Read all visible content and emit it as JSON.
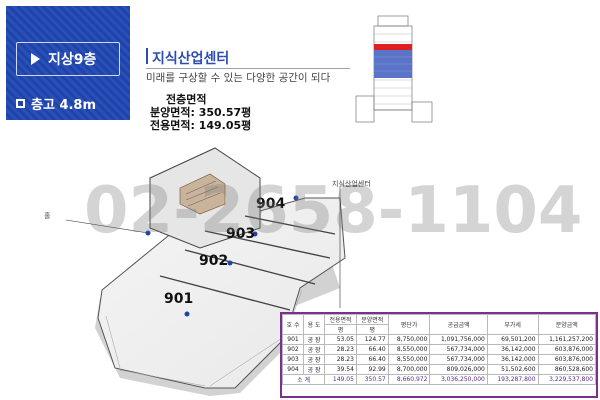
{
  "floor_button": {
    "label": "지상9층"
  },
  "ceiling": {
    "label": "층고 4.8m"
  },
  "center": {
    "title": "지식산업센터",
    "subtitle": "미래를 구상할 수 있는 다양한 공간이 되다"
  },
  "areas": {
    "heading": "전층면적",
    "sale_area": "분양면적: 350.57평",
    "exclusive_area": "전용면적: 149.05평"
  },
  "plan": {
    "units": [
      "901",
      "902",
      "903",
      "904"
    ],
    "hall_label": "홀",
    "center_label": "지식산업센터"
  },
  "watermark": "02-2658-1104",
  "table": {
    "headers": {
      "no": "호 수",
      "use": "용 도",
      "exclusive": "전용면적",
      "sale": "분양면적",
      "unit_price": "평단가",
      "supply_amount": "공급금액",
      "vat": "부가세",
      "sale_amount": "분양금액",
      "pyeong1": "평",
      "pyeong2": "평"
    },
    "rows": [
      {
        "no": "901",
        "use": "공 장",
        "exclusive": "53.05",
        "sale": "124.77",
        "unit_price": "8,750,000",
        "supply": "1,091,756,000",
        "vat": "69,501,200",
        "total": "1,161,257,200"
      },
      {
        "no": "902",
        "use": "공 장",
        "exclusive": "28.23",
        "sale": "66.40",
        "unit_price": "8,550,000",
        "supply": "567,734,000",
        "vat": "36,142,000",
        "total": "603,876,000"
      },
      {
        "no": "903",
        "use": "공 장",
        "exclusive": "28.23",
        "sale": "66.40",
        "unit_price": "8,550,000",
        "supply": "567,734,000",
        "vat": "36,142,000",
        "total": "603,876,000"
      },
      {
        "no": "904",
        "use": "공 장",
        "exclusive": "39.54",
        "sale": "92.99",
        "unit_price": "8,700,000",
        "supply": "809,026,000",
        "vat": "51,502,600",
        "total": "860,528,600"
      }
    ],
    "total_row": {
      "label": "소 계",
      "exclusive": "149.05",
      "sale": "350.57",
      "unit_price": "8,660,972",
      "supply": "3,036,250,000",
      "vat": "193,287,800",
      "total": "3,229,537,800"
    }
  },
  "colors": {
    "accent_blue": "#2b4db5",
    "table_border": "#7b2f8f",
    "building_red": "#e02020"
  }
}
